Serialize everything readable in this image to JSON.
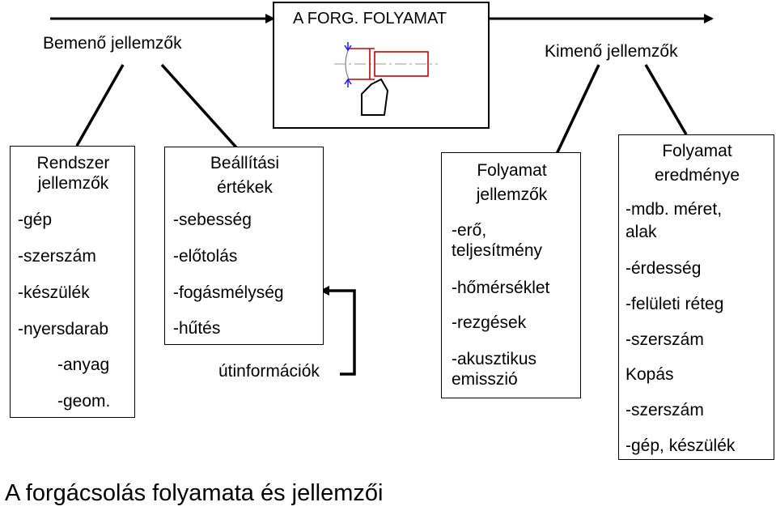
{
  "header": {
    "process_title": "A FORG. FOLYAMAT",
    "input_label": "Bemenő jellemzők",
    "output_label": "Kimenő jellemzők"
  },
  "boxes": {
    "system": {
      "title": [
        "Rendszer",
        "jellemzők"
      ],
      "items": [
        "-gép",
        "-szerszám",
        "-készülék",
        "-nyersdarab",
        "-anyag",
        "-geom."
      ]
    },
    "settings": {
      "title": [
        "Beállítási",
        "értékek"
      ],
      "items": [
        "-sebesség",
        "-előtolás",
        "-fogásmélység",
        "-hűtés"
      ]
    },
    "feedback_label": "útinformációk",
    "process": {
      "title": [
        "Folyamat",
        "jellemzők"
      ],
      "items": [
        "-erő,",
        "teljesítmény",
        "-hőmérséklet",
        "-rezgések",
        "-akusztikus",
        "emisszió"
      ]
    },
    "result": {
      "title": [
        "Folyamat",
        "eredménye"
      ],
      "items": [
        "-mdb. méret,",
        "alak",
        "-érdesség",
        "-felületi réteg",
        "-szerszám",
        "Kopás",
        "-szerszám",
        "-gép, készülék"
      ]
    }
  },
  "footer": {
    "caption": "A forgácsolás folyamata és jellemzői"
  },
  "colors": {
    "line": "#000000",
    "workpiece": "#cc0000",
    "marker": "#1a1aff"
  }
}
